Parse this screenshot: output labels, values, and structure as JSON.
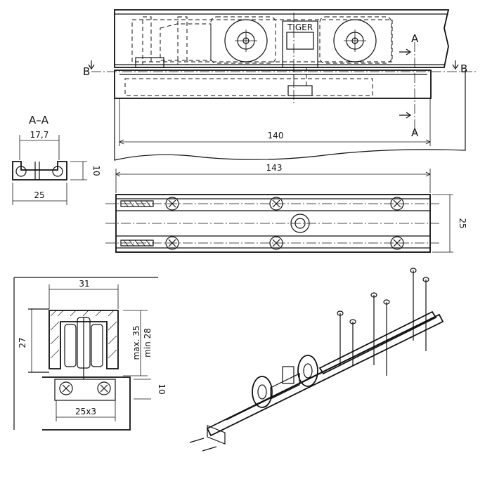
{
  "labels": {
    "brand": "TIGER",
    "section_aa_title": "A–A",
    "section_mark_a": "A",
    "section_mark_b": "B"
  },
  "dimensions": {
    "length_top": "140",
    "length_plan": "143",
    "width_plan": "25",
    "aa_inner": "17,7",
    "aa_width": "25",
    "aa_height": "10",
    "profile_width": "31",
    "profile_height": "27",
    "door_max": "max. 35",
    "door_min": "min 28",
    "bracket_height": "10",
    "screw_spacing": "25x3"
  }
}
